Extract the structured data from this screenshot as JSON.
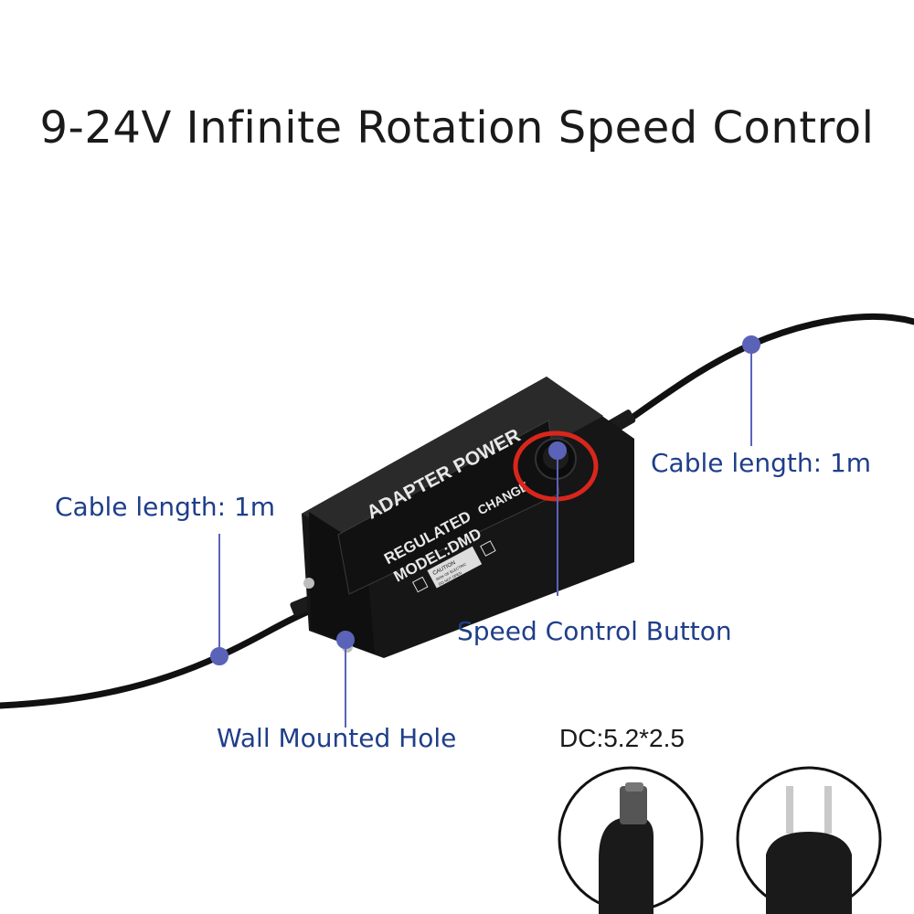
{
  "title": "9-24V Infinite Rotation Speed Control",
  "labels": {
    "cable_left": "Cable length: 1m",
    "cable_right": "Cable length: 1m",
    "speed_button": "Speed Control Button",
    "wall_hole": "Wall Mounted Hole",
    "dc_spec": "DC:5.2*2.5"
  },
  "adapter": {
    "line1": "ADAPTER POWER",
    "line2": "REGULATED",
    "line3": "MODEL:DMD",
    "knob_label": "CHANGE",
    "caution_title": "CAUTION",
    "caution_body_1": "RISK OF ELECTRIC",
    "caution_body_2": "DO NOT OPEN"
  },
  "colors": {
    "label_blue": "#1f3e8a",
    "marker_dot": "#5a63b8",
    "adapter_body": "#1c1c1c",
    "knob_ring": "#d9261c"
  }
}
